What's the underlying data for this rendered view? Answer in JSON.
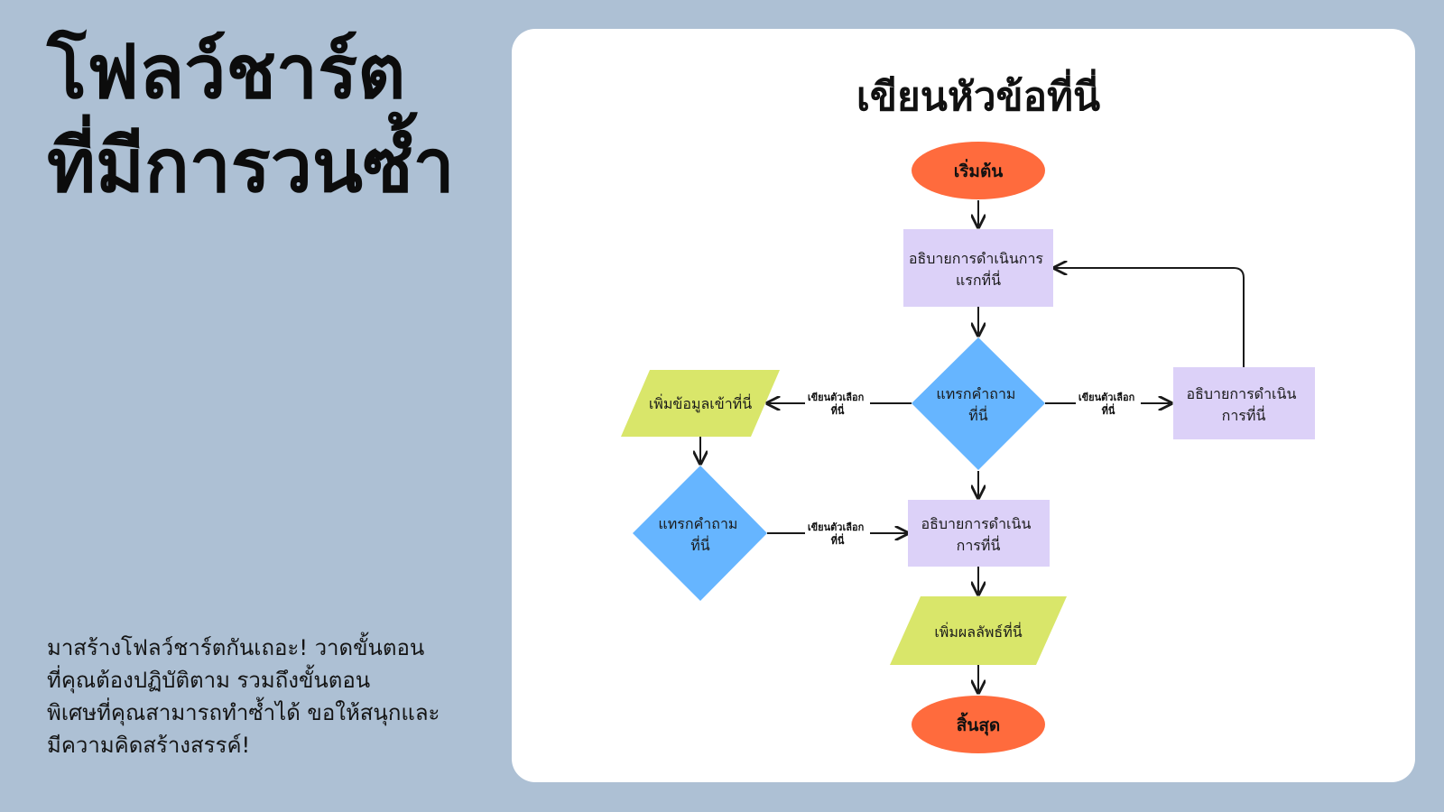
{
  "page": {
    "title_line_1": "โฟลว์ชาร์ต",
    "title_line_2": "ที่มีการวนซ้ำ",
    "description": "มาสร้างโฟลว์ชาร์ตกันเถอะ! วาดขั้นตอน\nที่คุณต้องปฏิบัติตาม รวมถึงขั้นตอน\nพิเศษที่คุณสามารถทำซ้ำได้ ขอให้สนุกและ\nมีความคิดสร้างสรรค์!"
  },
  "diagram": {
    "title": "เขียนหัวข้อที่นี่",
    "colors": {
      "terminal": "#ff6b3d",
      "process": "#dcd1f8",
      "decision": "#66b5ff",
      "data": "#d9e66a",
      "card": "#ffffff",
      "background": "#adc0d4"
    },
    "nodes": {
      "start": {
        "label": "เริ่มต้น"
      },
      "process_first": {
        "line1": "อธิบายการดำเนินการ",
        "line2": "แรกที่นี่"
      },
      "decision_main": {
        "line1": "แทรกคำถาม",
        "line2": "ที่นี่"
      },
      "process_right": {
        "line1": "อธิบายการดำเนิน",
        "line2": "การที่นี่"
      },
      "data_input": {
        "label": "เพิ่มข้อมูลเข้าที่นี่"
      },
      "decision_left": {
        "line1": "แทรกคำถาม",
        "line2": "ที่นี่"
      },
      "process_middle": {
        "line1": "อธิบายการดำเนิน",
        "line2": "การที่นี่"
      },
      "data_output": {
        "label": "เพิ่มผลลัพธ์ที่นี่"
      },
      "end": {
        "label": "สิ้นสุด"
      }
    },
    "edges": {
      "decision_to_data": {
        "line1": "เขียนตัวเลือก",
        "line2": "ที่นี่"
      },
      "decision_to_right": {
        "line1": "เขียนตัวเลือก",
        "line2": "ที่นี่"
      },
      "left_decision_to_middle": {
        "line1": "เขียนตัวเลือก",
        "line2": "ที่นี่"
      }
    }
  }
}
